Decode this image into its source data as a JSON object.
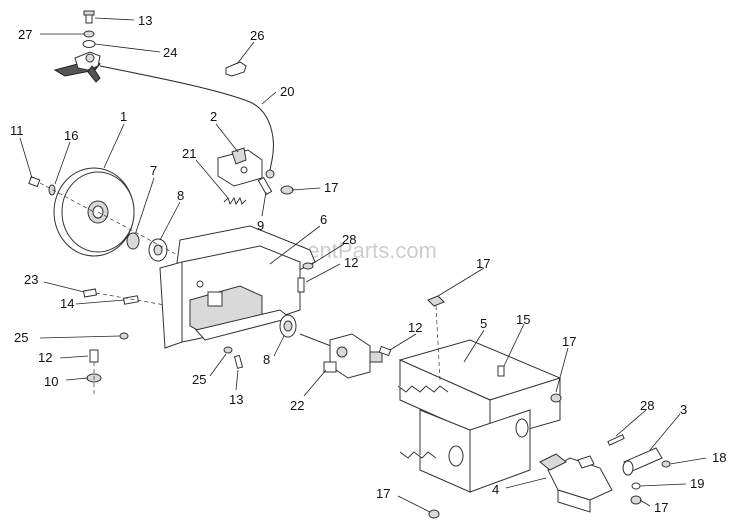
{
  "watermark": "eReplacementParts.com",
  "callouts": {
    "c13a": "13",
    "c27": "27",
    "c24": "24",
    "c26": "26",
    "c20": "20",
    "c1": "1",
    "c2": "2",
    "c11": "11",
    "c16": "16",
    "c21": "21",
    "c7": "7",
    "c8a": "8",
    "c9": "9",
    "c17a": "17",
    "c6": "6",
    "c28a": "28",
    "c12a": "12",
    "c23": "23",
    "c14": "14",
    "c17b": "17",
    "c25a": "25",
    "c12b": "12",
    "c12c": "12",
    "c5": "5",
    "c15": "15",
    "c17c": "17",
    "c10": "10",
    "c8b": "8",
    "c25b": "25",
    "c13b": "13",
    "c22": "22",
    "c28b": "28",
    "c3": "3",
    "c18": "18",
    "c19": "19",
    "c4": "4",
    "c17d": "17",
    "c17e": "17"
  }
}
